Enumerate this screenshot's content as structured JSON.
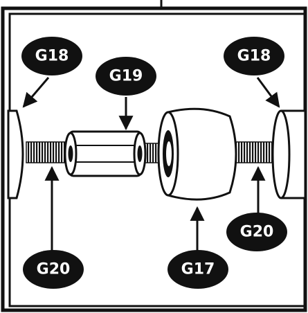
{
  "colors": {
    "background": "#ffffff",
    "outline": "#111111",
    "label_fill": "#111111",
    "label_text": "#ffffff",
    "thread": "#111111"
  },
  "callouts": {
    "g18_left": "G18",
    "g19": "G19",
    "g18_right": "G18",
    "g20_left": "G20",
    "g17": "G17",
    "g20_right": "G20"
  }
}
